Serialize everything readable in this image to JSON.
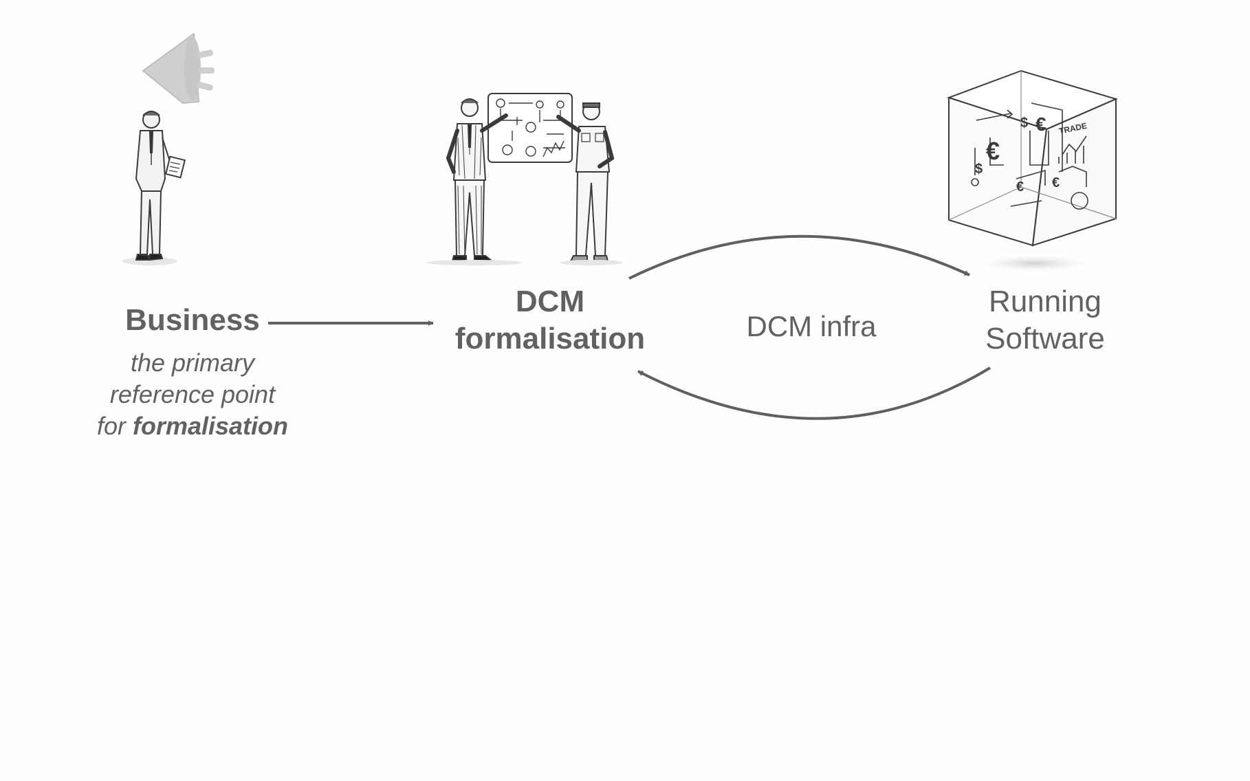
{
  "business": {
    "title": "Business",
    "subtitle_line1": "the primary",
    "subtitle_line2": "reference point",
    "subtitle_line3_prefix": "for ",
    "subtitle_line3_bold": "formalisation"
  },
  "dcm": {
    "title_line1": "DCM",
    "title_line2": "formalisation"
  },
  "infra": {
    "label": "DCM infra"
  },
  "software": {
    "line1": "Running",
    "line2": "Software",
    "cube_text": "TRADE"
  },
  "icons": {
    "megaphone": "megaphone-icon",
    "business_person": "business-person-icon",
    "whiteboard_team": "whiteboard-team-icon",
    "software_cube": "software-cube-icon"
  },
  "colors": {
    "text": "#616161",
    "arrow": "#5f5f5f",
    "megaphone": "#cfcfcf",
    "sketch": "#3a3a3a"
  }
}
